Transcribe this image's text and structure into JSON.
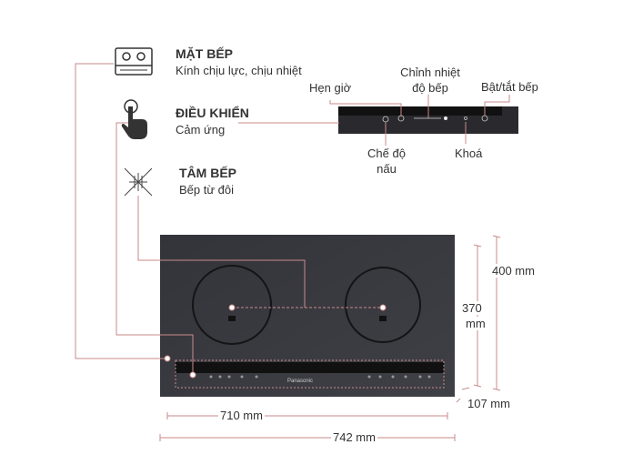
{
  "features": [
    {
      "icon": "cooktop-icon",
      "title": "MẶT BẾP",
      "subtitle": "Kính chịu lực, chịu nhiệt"
    },
    {
      "icon": "touch-hand-icon",
      "title": "ĐIỀU KHIỂN",
      "subtitle": "Cảm ứng"
    },
    {
      "icon": "induction-coil-icon",
      "title": "TÂM BẾP",
      "subtitle": "Bếp từ đôi"
    }
  ],
  "controls": {
    "timer": "Hẹn giờ",
    "temp_line1": "Chỉnh nhiệt",
    "temp_line2": "độ bếp",
    "power": "Bật/tắt bếp",
    "mode_line1": "Chế độ",
    "mode_line2": "nấu",
    "lock": "Khoá"
  },
  "dimensions": {
    "inner_width": "710 mm",
    "outer_width": "742 mm",
    "depth_outer": "400 mm",
    "depth_inner_line1": "370",
    "depth_inner_line2": "mm",
    "thickness": "107 mm"
  },
  "brand": "Panasonic",
  "colors": {
    "leader": "#c98a8a",
    "glass": "#2b2c30",
    "panel": "#121214"
  }
}
